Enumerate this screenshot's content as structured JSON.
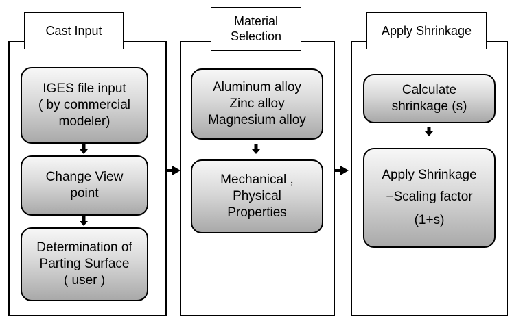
{
  "panels": [
    {
      "title": "Cast Input",
      "steps": [
        {
          "lines": [
            "IGES file input",
            "( by commercial",
            "modeler)"
          ]
        },
        {
          "lines": [
            "Change View",
            "point"
          ]
        },
        {
          "lines": [
            "Determination of",
            "Parting Surface",
            "( user )"
          ]
        }
      ]
    },
    {
      "title": "Material\nSelection",
      "steps": [
        {
          "lines": [
            "Aluminum alloy",
            "Zinc alloy",
            "Magnesium alloy"
          ]
        },
        {
          "lines": [
            "Mechanical ,",
            "Physical",
            "Properties"
          ]
        }
      ]
    },
    {
      "title": "Apply Shrinkage",
      "steps": [
        {
          "lines": [
            "Calculate",
            "shrinkage (s)"
          ]
        },
        {
          "lines": [
            "Apply Shrinkage",
            "−Scaling factor",
            "(1+s)"
          ]
        }
      ]
    }
  ]
}
